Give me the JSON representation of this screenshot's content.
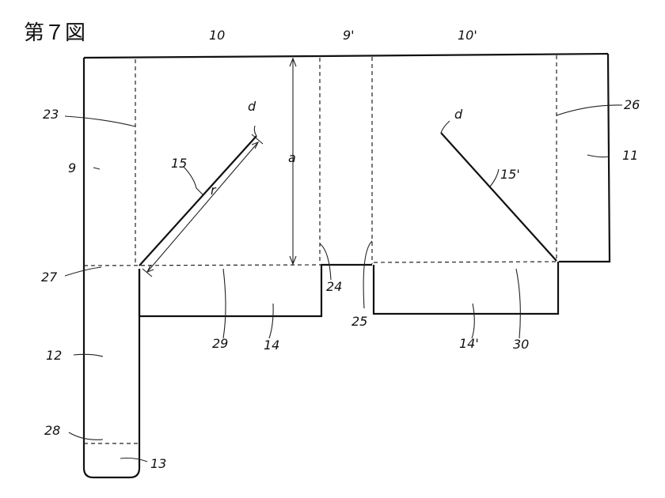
{
  "figure": {
    "title": "第７図",
    "labels": {
      "top_panel": "10",
      "top_panel_prime": "10'",
      "gusset_top_prime": "9'",
      "side_panel": "9",
      "fold_23": "23",
      "fold_26": "26",
      "end_flap": "11",
      "diagonal": "15",
      "diagonal_prime": "15'",
      "corner_d_left": "d",
      "corner_d_right": "d",
      "dim_a": "a",
      "dim_r": "r",
      "fold_27": "27",
      "fold_24": "24",
      "fold_25": "25",
      "fold_29": "29",
      "fold_30": "30",
      "flap_14": "14",
      "flap_14_prime": "14'",
      "strip_12": "12",
      "fold_28": "28",
      "tab_13": "13"
    }
  }
}
